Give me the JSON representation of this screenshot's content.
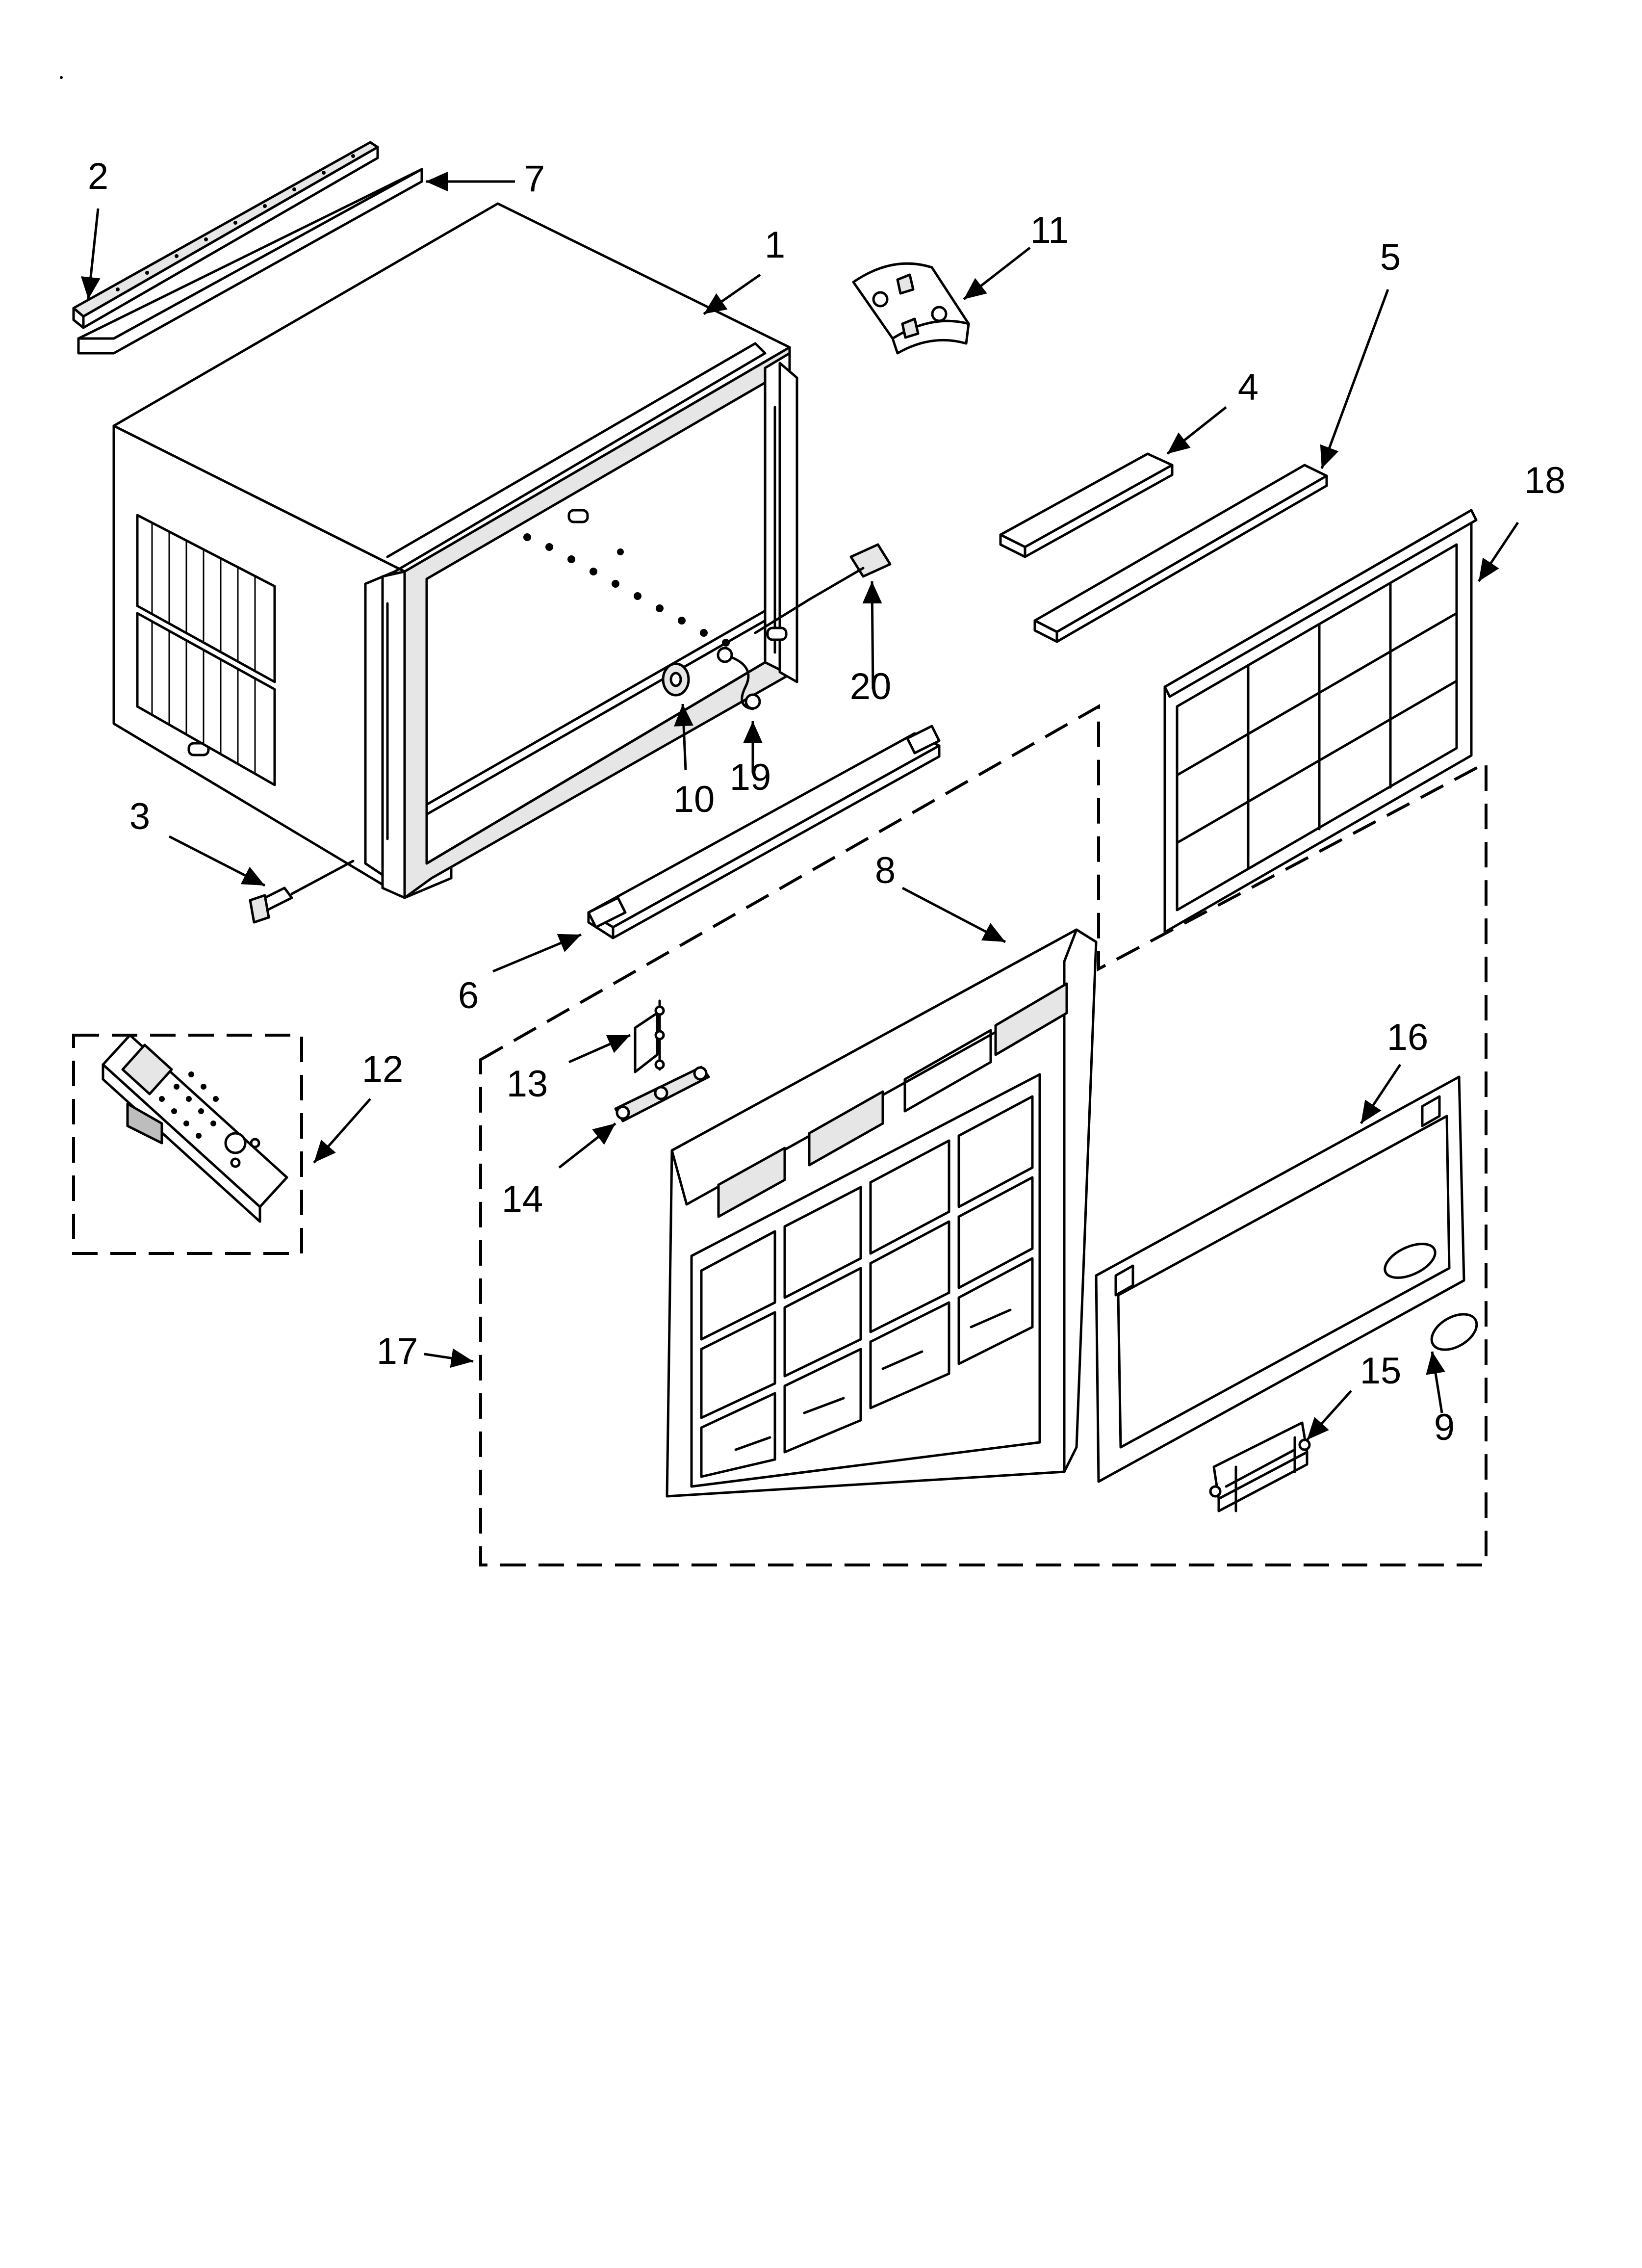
{
  "diagram": {
    "labels": {
      "p1": "1",
      "p2": "2",
      "p3": "3",
      "p4": "4",
      "p5": "5",
      "p6": "6",
      "p7": "7",
      "p8": "8",
      "p9": "9",
      "p10": "10",
      "p11": "11",
      "p12": "12",
      "p13": "13",
      "p14": "14",
      "p15": "15",
      "p16": "16",
      "p17": "17",
      "p18": "18",
      "p19": "19",
      "p20": "20"
    }
  }
}
